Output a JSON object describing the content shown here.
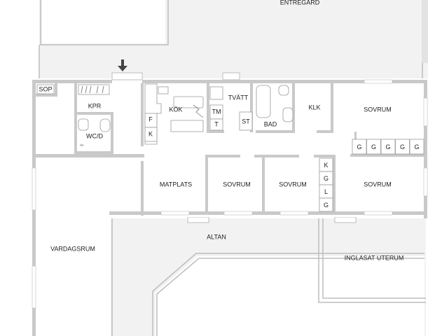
{
  "rooms": {
    "entregard": "ENTREGÅRD",
    "sop": "SOP",
    "kpr": "KPR",
    "wcd": "WC/D",
    "kok": "KÖK",
    "tvatt": "TVÄTT",
    "tm": "TM",
    "t": "T",
    "st": "ST",
    "bad": "BAD",
    "klk": "KLK",
    "sovrum_top_right": "SOVRUM",
    "matplats": "MATPLATS",
    "sovrum_mid_left": "SOVRUM",
    "sovrum_mid_center": "SOVRUM",
    "sovrum_mid_right": "SOVRUM",
    "vardagsrum": "VARDAGSRUM",
    "altan": "ALTAN",
    "inglasat_uterum": "INGLASAT UTERUM"
  },
  "kitchen_marks": {
    "f": "F",
    "k": "K"
  },
  "storage_marks": {
    "row": [
      "G",
      "G",
      "G",
      "G",
      "G"
    ],
    "column": [
      "K",
      "G",
      "L",
      "G"
    ]
  },
  "colors": {
    "wall": "#c9c9c9",
    "background": "#f2f2f2",
    "label": "#222222"
  },
  "icons": {
    "entrance": "arrow-down-icon"
  }
}
